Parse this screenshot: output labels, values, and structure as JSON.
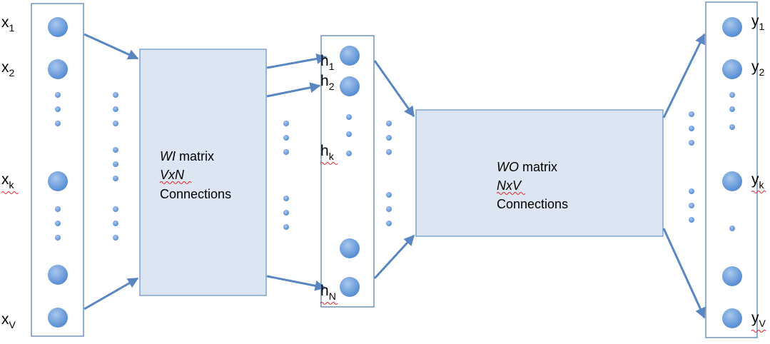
{
  "diagram": {
    "input_labels": [
      {
        "base": "x",
        "sub": "1"
      },
      {
        "base": "x",
        "sub": "2"
      },
      {
        "base": "x",
        "sub": "k"
      },
      {
        "base": "x",
        "sub": "V"
      }
    ],
    "hidden_labels": [
      {
        "base": "h",
        "sub": "1"
      },
      {
        "base": "h",
        "sub": "2"
      },
      {
        "base": "h",
        "sub": "k"
      },
      {
        "base": "h",
        "sub": "N"
      }
    ],
    "output_labels": [
      {
        "base": "y",
        "sub": "1"
      },
      {
        "base": "y",
        "sub": "2"
      },
      {
        "base": "y",
        "sub": "k"
      },
      {
        "base": "y",
        "sub": "V"
      }
    ],
    "wi_box": {
      "line1_italic": "WI",
      "line1_rest": " matrix",
      "line2": "VxN",
      "line3": "Connections"
    },
    "wo_box": {
      "line1_italic": "WO",
      "line1_rest": " matrix",
      "line2": "NxV",
      "line3": "Connections"
    },
    "colors": {
      "node_fill": "#5b93d8",
      "node_light": "#a9c8ef",
      "layer_border": "#6d93bf",
      "matrix_fill": "#dce6f2",
      "matrix_border": "#7da3cf",
      "arrow": "#5a86c2"
    }
  }
}
